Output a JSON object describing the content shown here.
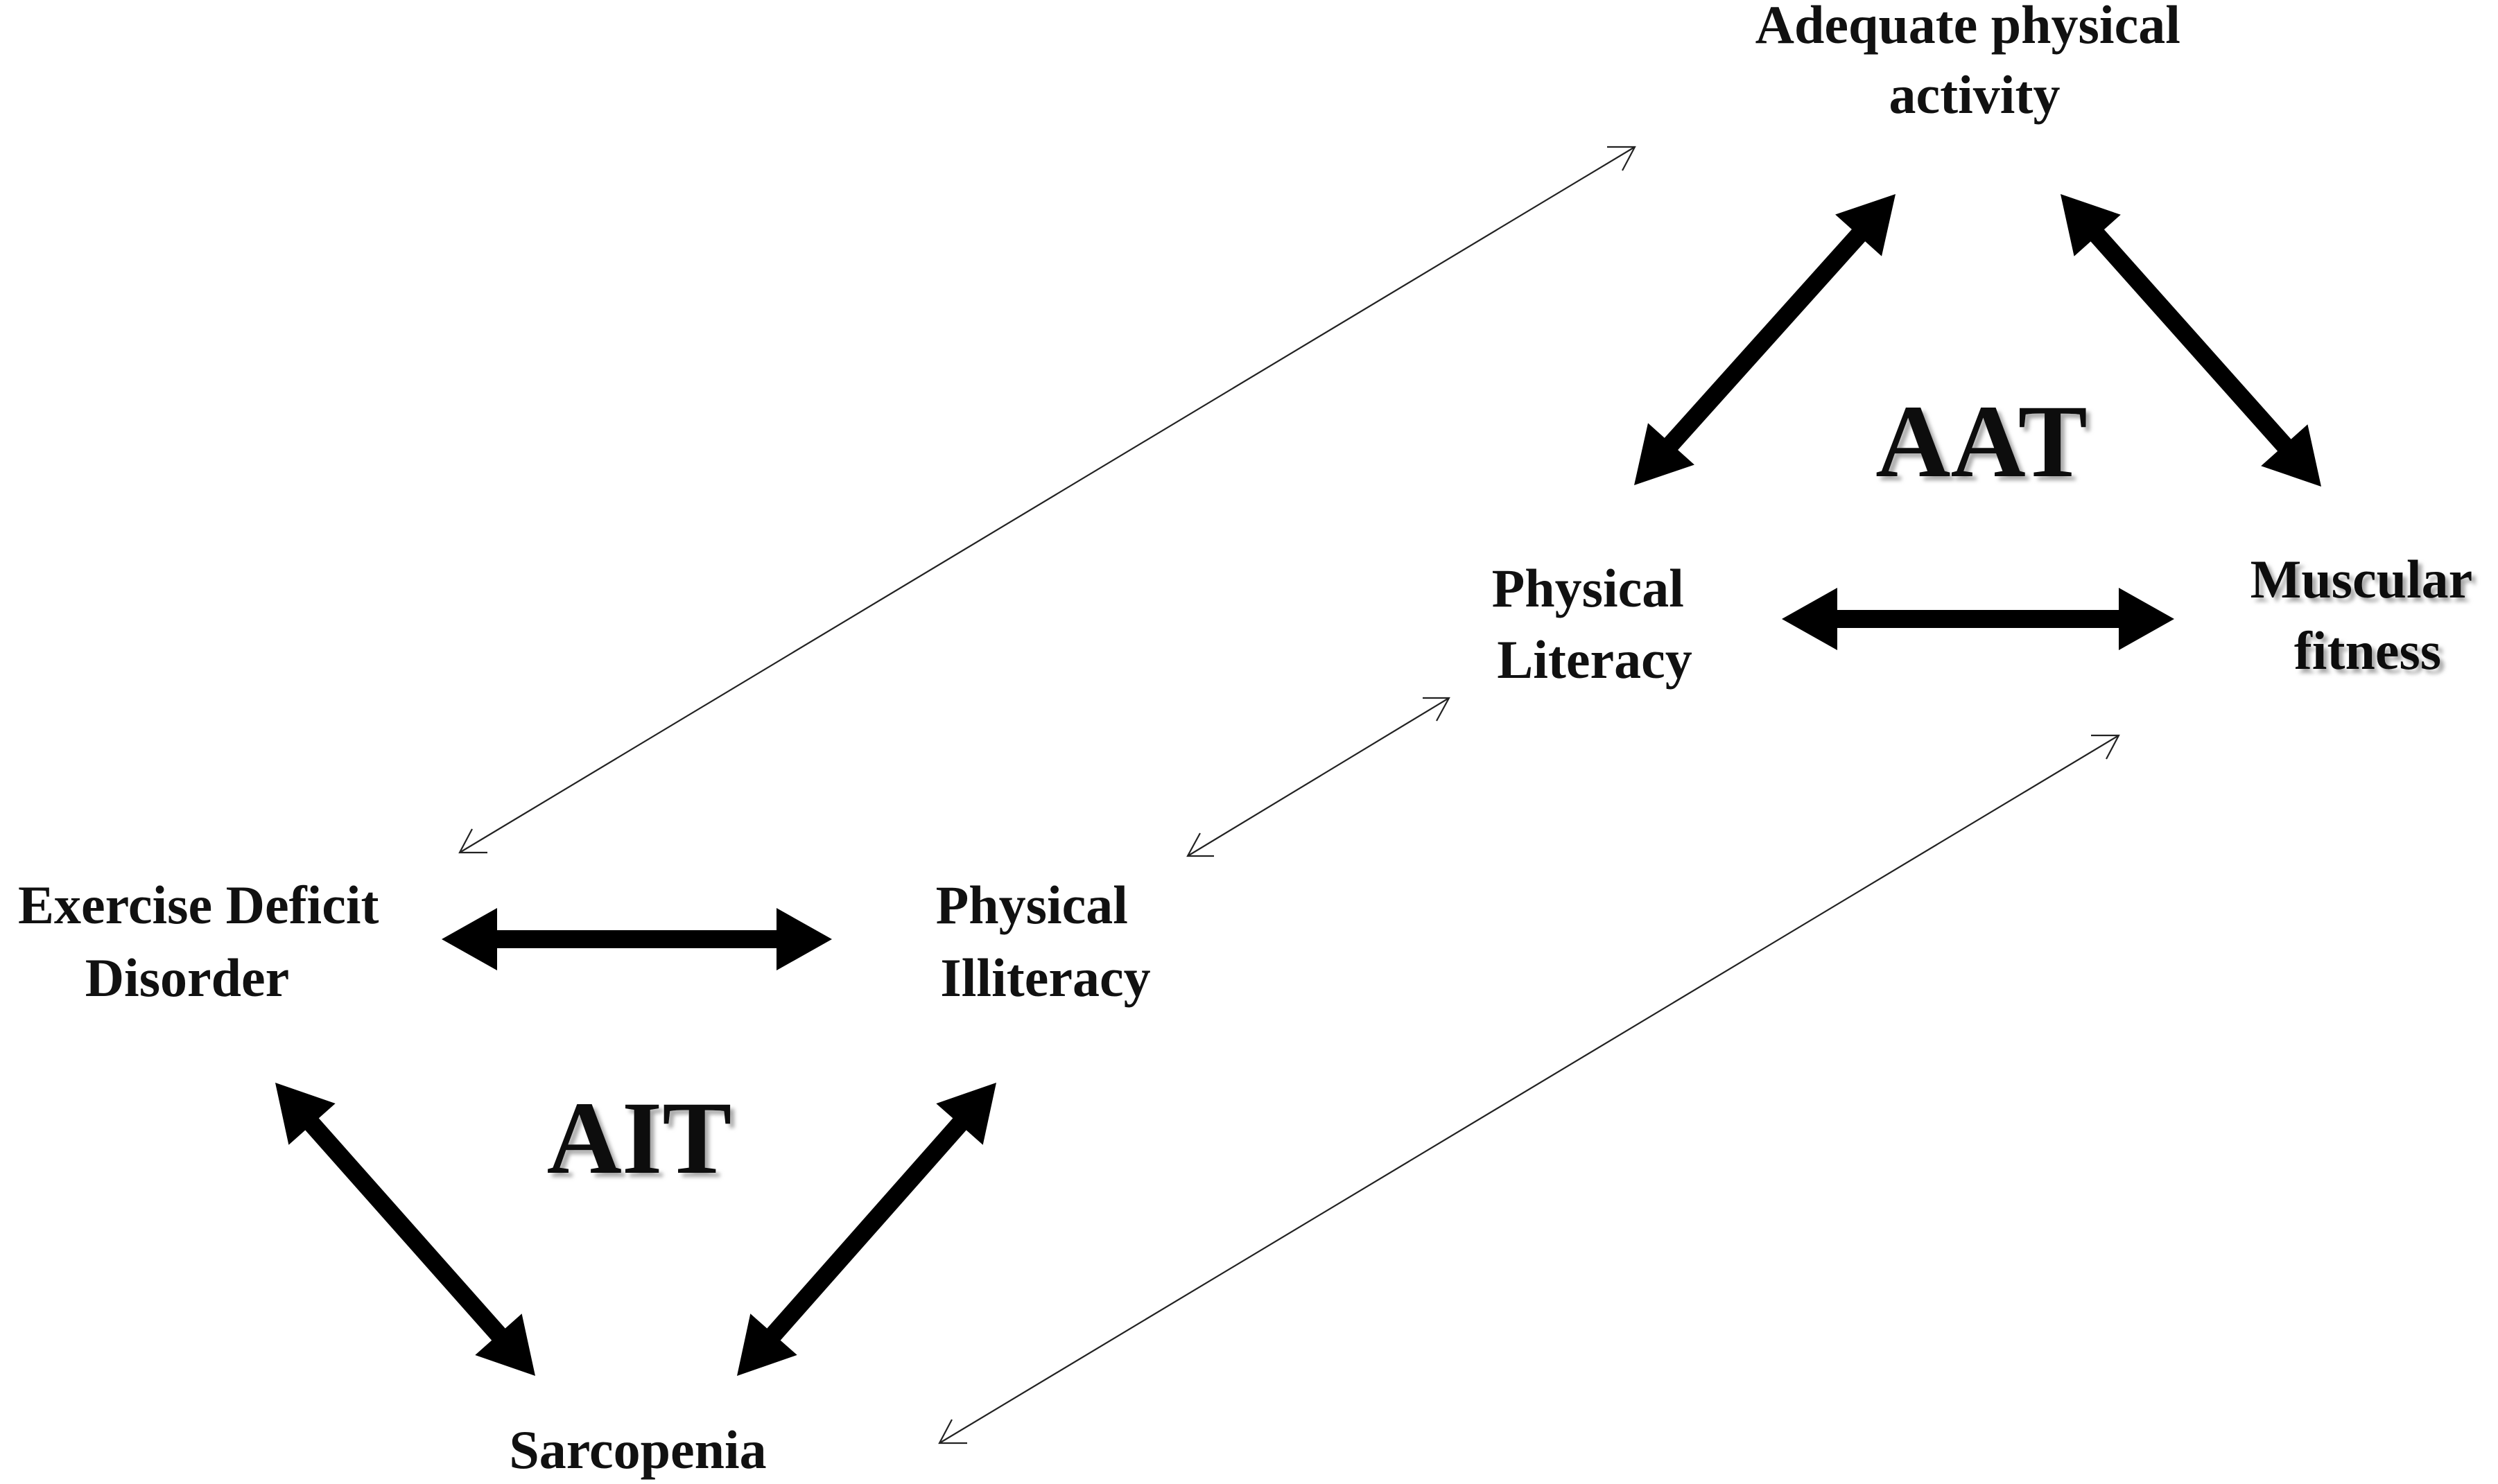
{
  "nodes": {
    "adequate_pa": [
      "Adequate physical",
      "activity"
    ],
    "physical_literacy": [
      "Physical",
      "Literacy"
    ],
    "muscular_fitness": [
      "Muscular",
      "fitness"
    ],
    "exercise_deficit": [
      "Exercise Deficit",
      "Disorder"
    ],
    "physical_illiteracy": [
      "Physical",
      "Illiteracy"
    ],
    "sarcopenia": [
      "Sarcopenia"
    ]
  },
  "triads": {
    "aat": "AAT",
    "ait": "AIT"
  },
  "colors": {
    "ink": "#000000",
    "background": "#ffffff",
    "shadow": "#9a9a9a"
  }
}
